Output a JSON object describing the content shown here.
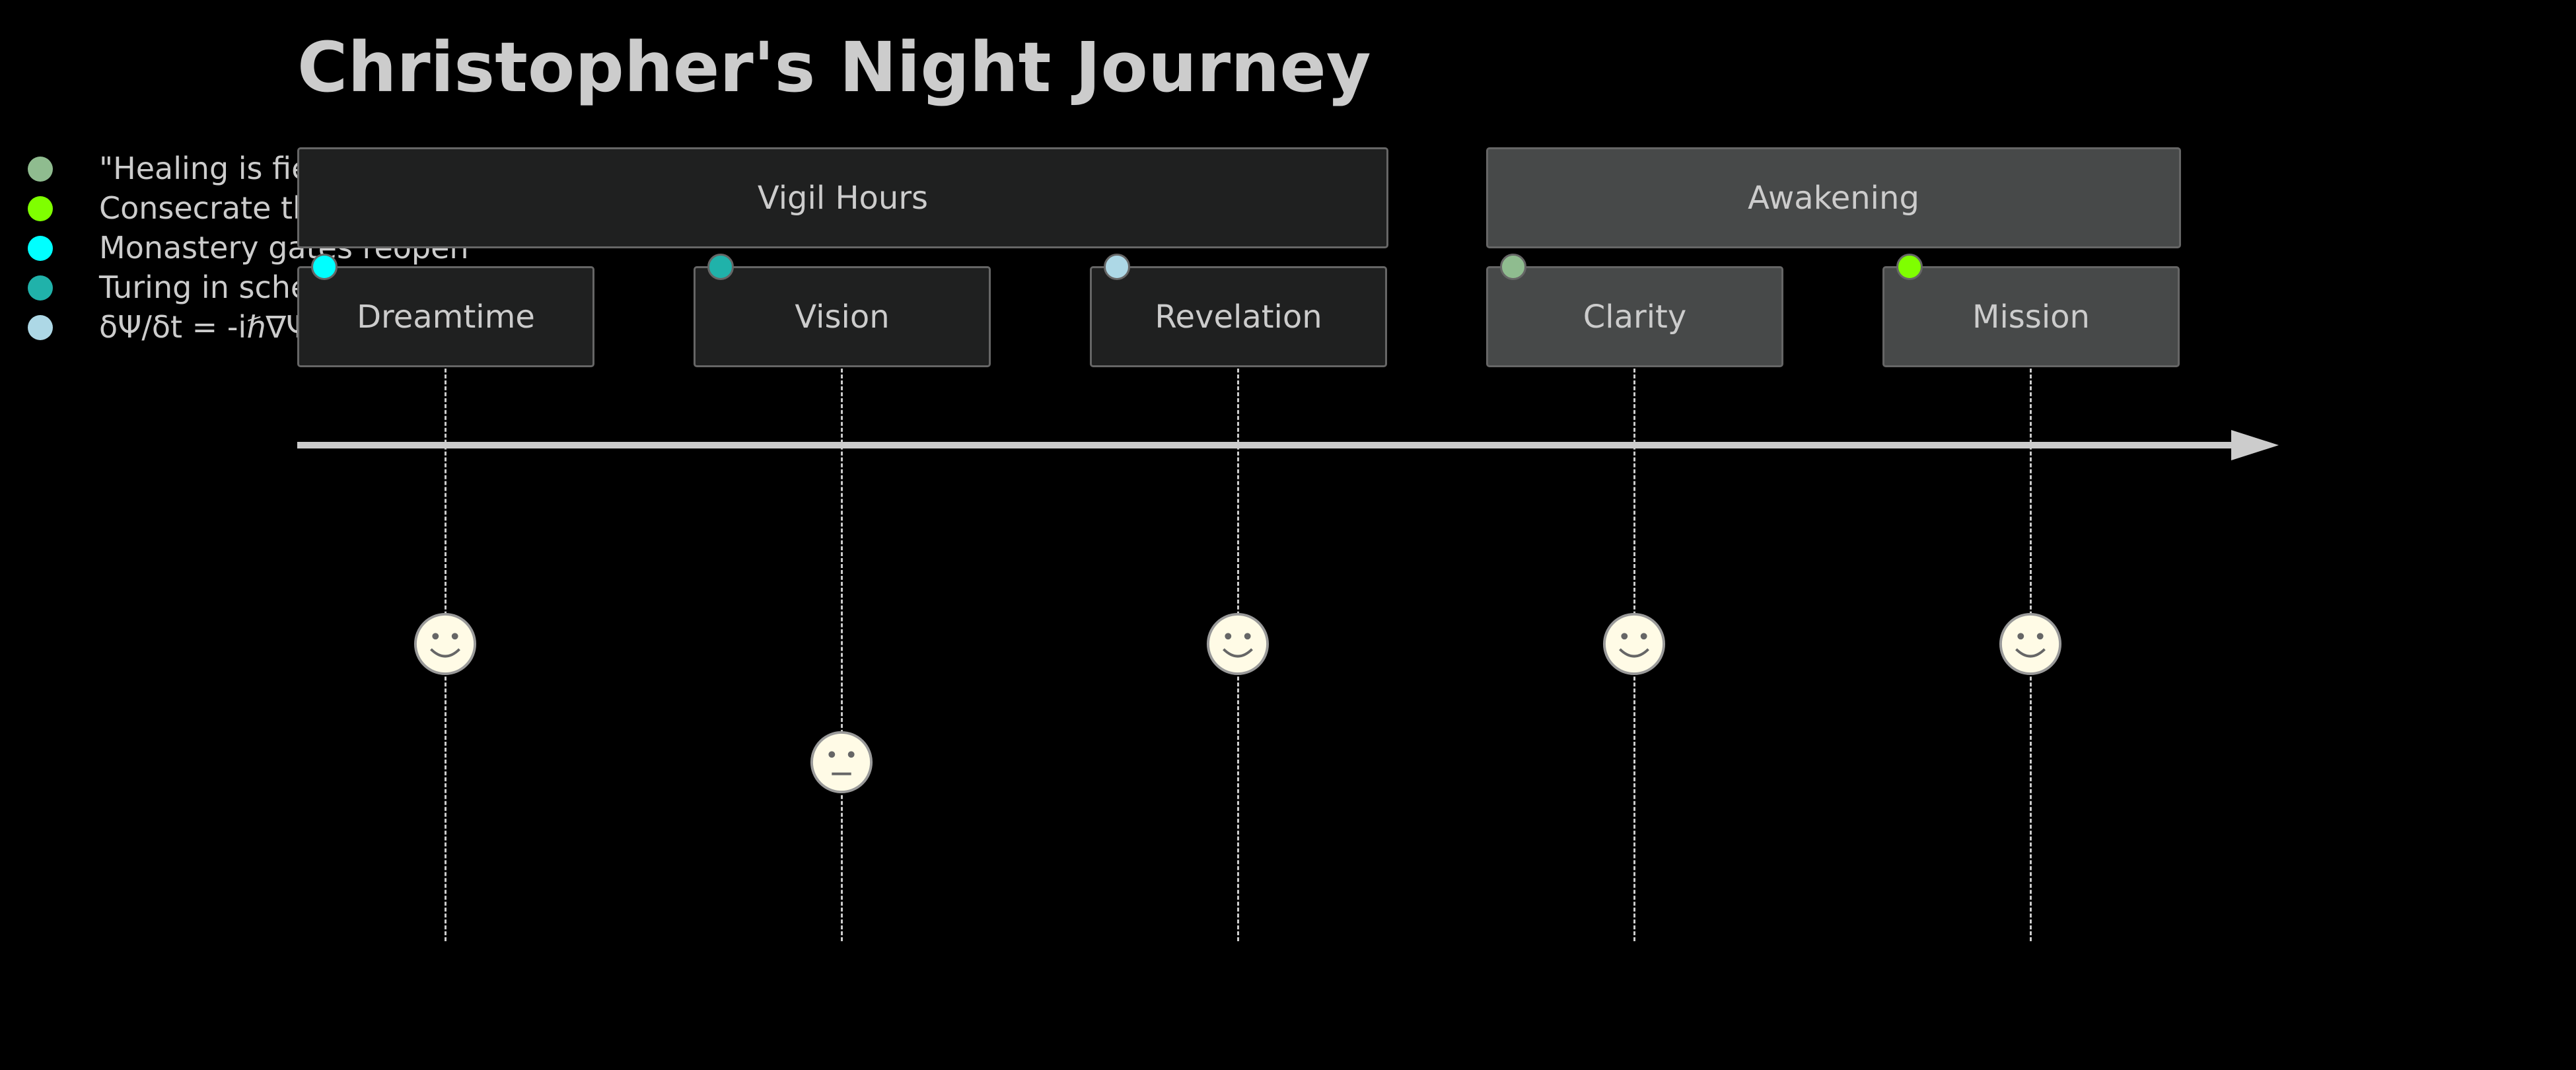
{
  "title": "Christopher's Night Journey",
  "legend": [
    {
      "text": "\"Healing is fie",
      "color": "#8fbc8f"
    },
    {
      "text": "Consecrate th",
      "color": "#7fff00"
    },
    {
      "text": "Monastery gates reopen",
      "color": "#00ffff"
    },
    {
      "text": "Turing in sche",
      "color": "#20b2aa"
    },
    {
      "text": "δΨ/δt = -iℏ∇Ψ",
      "color": "#add8e6"
    }
  ],
  "sections": [
    {
      "label": "Vigil Hours"
    },
    {
      "label": "Awakening"
    }
  ],
  "tasks": [
    {
      "label": "Dreamtime",
      "score": 5,
      "mood": "happy",
      "actor_color": "#00ffff"
    },
    {
      "label": "Vision",
      "score": 3,
      "mood": "neutral",
      "actor_color": "#20b2aa"
    },
    {
      "label": "Revelation",
      "score": 5,
      "mood": "happy",
      "actor_color": "#add8e6"
    },
    {
      "label": "Clarity",
      "score": 5,
      "mood": "happy",
      "actor_color": "#8fbc8f"
    },
    {
      "label": "Mission",
      "score": 5,
      "mood": "happy",
      "actor_color": "#7fff00"
    }
  ],
  "colors": {
    "background": "#000000",
    "text": "#cccccc",
    "section_dark": "#1f2020",
    "section_light": "#474949",
    "face_fill": "#fffbe6"
  }
}
